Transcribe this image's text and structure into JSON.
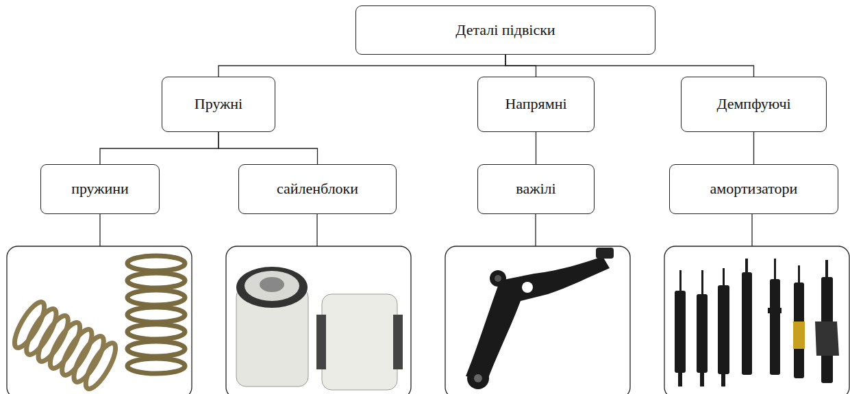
{
  "diagram": {
    "nodes": [
      {
        "text": [
          "Деталі підвіски"
        ]
      },
      {
        "text": [
          "Пружні"
        ]
      },
      {
        "text": [
          "Напрямні"
        ]
      },
      {
        "text": [
          "Демпфуючі"
        ]
      },
      {
        "text": [
          "пружини"
        ]
      },
      {
        "text": [
          "сайленблоки"
        ]
      },
      {
        "text": [
          "важілі"
        ]
      },
      {
        "text": [
          "амортизатори"
        ]
      }
    ],
    "edges": [
      {
        "from": 0,
        "to": 1,
        "arrow": "none"
      },
      {
        "from": 0,
        "to": 2,
        "arrow": "none"
      },
      {
        "from": 0,
        "to": 3,
        "arrow": "none"
      },
      {
        "from": 1,
        "to": 4,
        "arrow": "none"
      },
      {
        "from": 1,
        "to": 5,
        "arrow": "none"
      },
      {
        "from": 2,
        "to": 6,
        "arrow": "none"
      },
      {
        "from": 3,
        "to": 7,
        "arrow": "none"
      }
    ]
  }
}
